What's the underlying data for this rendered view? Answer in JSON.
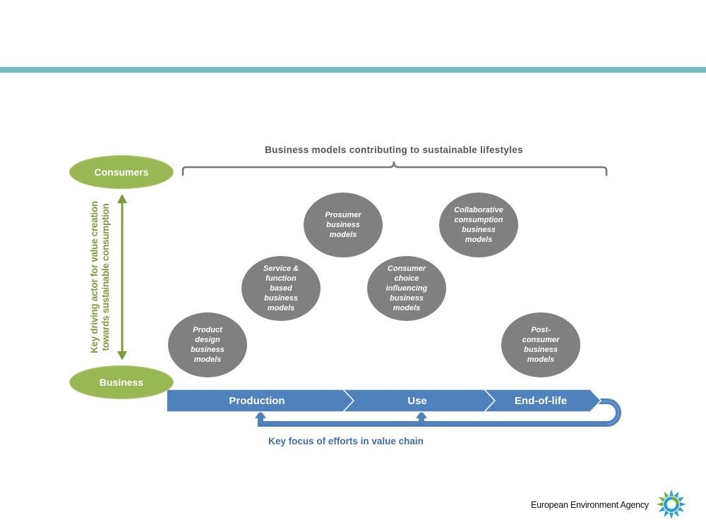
{
  "header": {
    "accent_color": "#74bcbc"
  },
  "diagram": {
    "top_label": "Business models contributing to sustainable lifestyles",
    "actors": {
      "consumers": "Consumers",
      "business": "Business"
    },
    "vertical_label_line1": "Key driving actor for value creation",
    "vertical_label_line2": "towards sustainable consumption",
    "models": {
      "product": "Product\ndesign\nbusiness\nmodels",
      "service": "Service &\nfunction\nbased\nbusiness\nmodels",
      "prosumer": "Prosumer\nbusiness\nmodels",
      "consumer_choice": "Consumer\nchoice\ninfluencing\nbusiness\nmodels",
      "collaborative": "Collaborative\nconsumption\nbusiness\nmodels",
      "post": "Post-\nconsumer\nbusiness\nmodels"
    },
    "value_chain": {
      "production": "Production",
      "use": "Use",
      "end_of_life": "End-of-life"
    },
    "bottom_label": "Key focus of efforts in value chain",
    "colors": {
      "actor_green": "#98b854",
      "arrow_green": "#7b9d3a",
      "model_gray": "#808080",
      "chain_blue": "#4f81bd",
      "label_blue": "#3e6ea8"
    }
  },
  "footer": {
    "organization": "European Environment Agency"
  }
}
